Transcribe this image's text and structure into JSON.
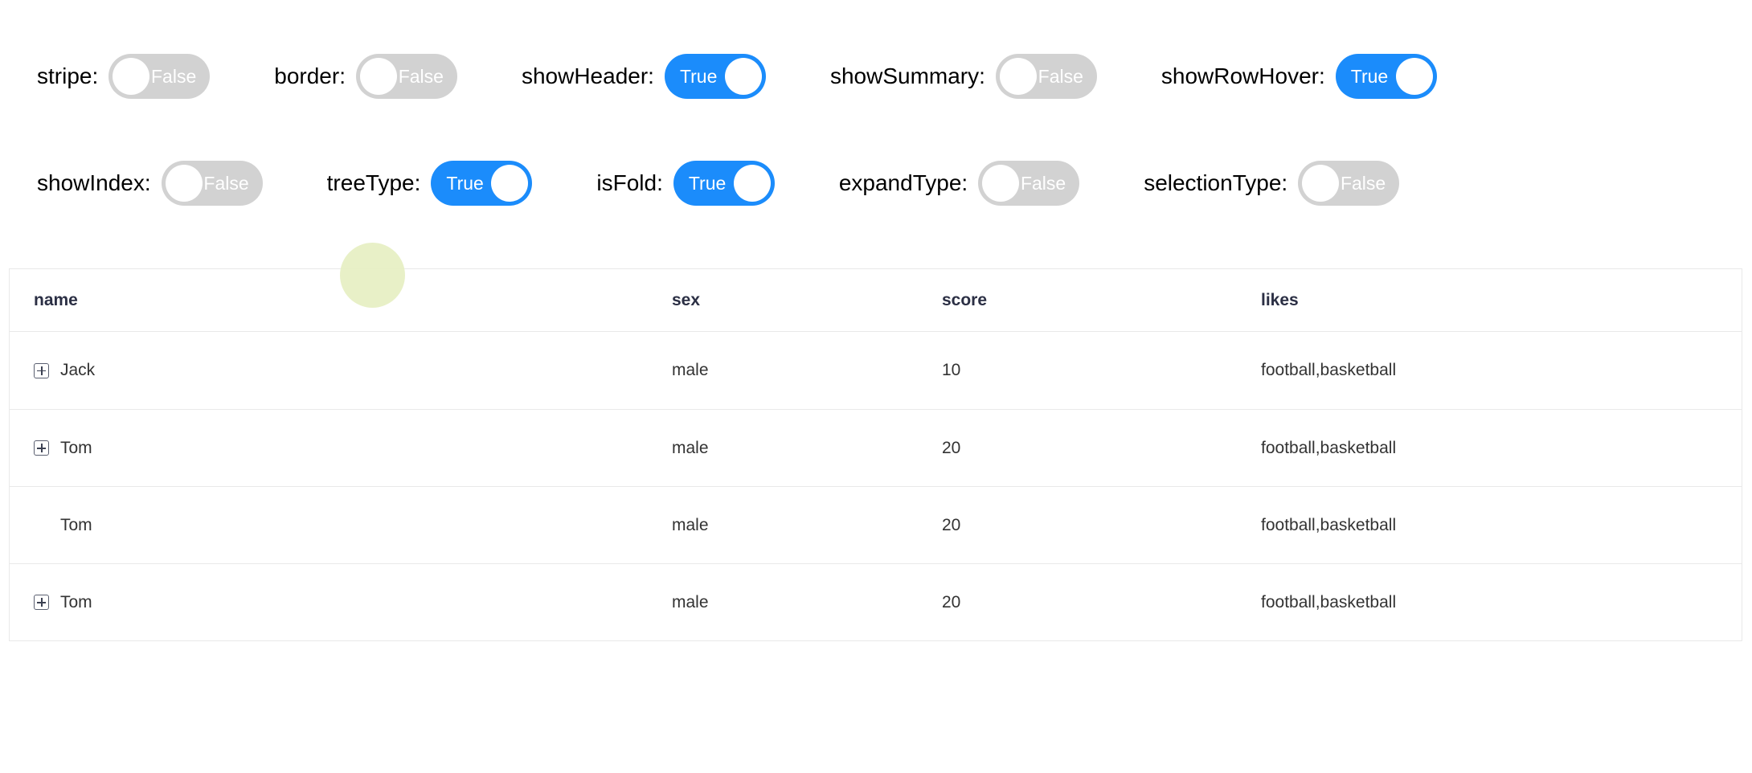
{
  "colors": {
    "accent_blue": "#1b8cfb",
    "toggle_off_gray": "#d2d2d2",
    "click_marker": "#e7efc4",
    "table_border": "#e9e9e9",
    "header_text": "#2b2f44",
    "cell_text": "#333333"
  },
  "controls": {
    "row1": [
      {
        "label": "stripe:",
        "state": "off",
        "value": "False"
      },
      {
        "label": "border:",
        "state": "off",
        "value": "False"
      },
      {
        "label": "showHeader:",
        "state": "on",
        "value": "True"
      },
      {
        "label": "showSummary:",
        "state": "off",
        "value": "False"
      },
      {
        "label": "showRowHover:",
        "state": "on",
        "value": "True"
      }
    ],
    "row2": [
      {
        "label": "showIndex:",
        "state": "off",
        "value": "False"
      },
      {
        "label": "treeType:",
        "state": "on",
        "value": "True"
      },
      {
        "label": "isFold:",
        "state": "on",
        "value": "True"
      },
      {
        "label": "expandType:",
        "state": "off",
        "value": "False"
      },
      {
        "label": "selectionType:",
        "state": "off",
        "value": "False"
      }
    ]
  },
  "table": {
    "columns": {
      "name": "name",
      "sex": "sex",
      "score": "score",
      "likes": "likes"
    },
    "rows": [
      {
        "name": "Jack",
        "sex": "male",
        "score": "10",
        "likes": "football,basketball",
        "expandable": true
      },
      {
        "name": "Tom",
        "sex": "male",
        "score": "20",
        "likes": "football,basketball",
        "expandable": true
      },
      {
        "name": "Tom",
        "sex": "male",
        "score": "20",
        "likes": "football,basketball",
        "expandable": false
      },
      {
        "name": "Tom",
        "sex": "male",
        "score": "20",
        "likes": "football,basketball",
        "expandable": true
      }
    ]
  },
  "marker": {
    "shape": "circle",
    "meaning": "click-highlight"
  }
}
